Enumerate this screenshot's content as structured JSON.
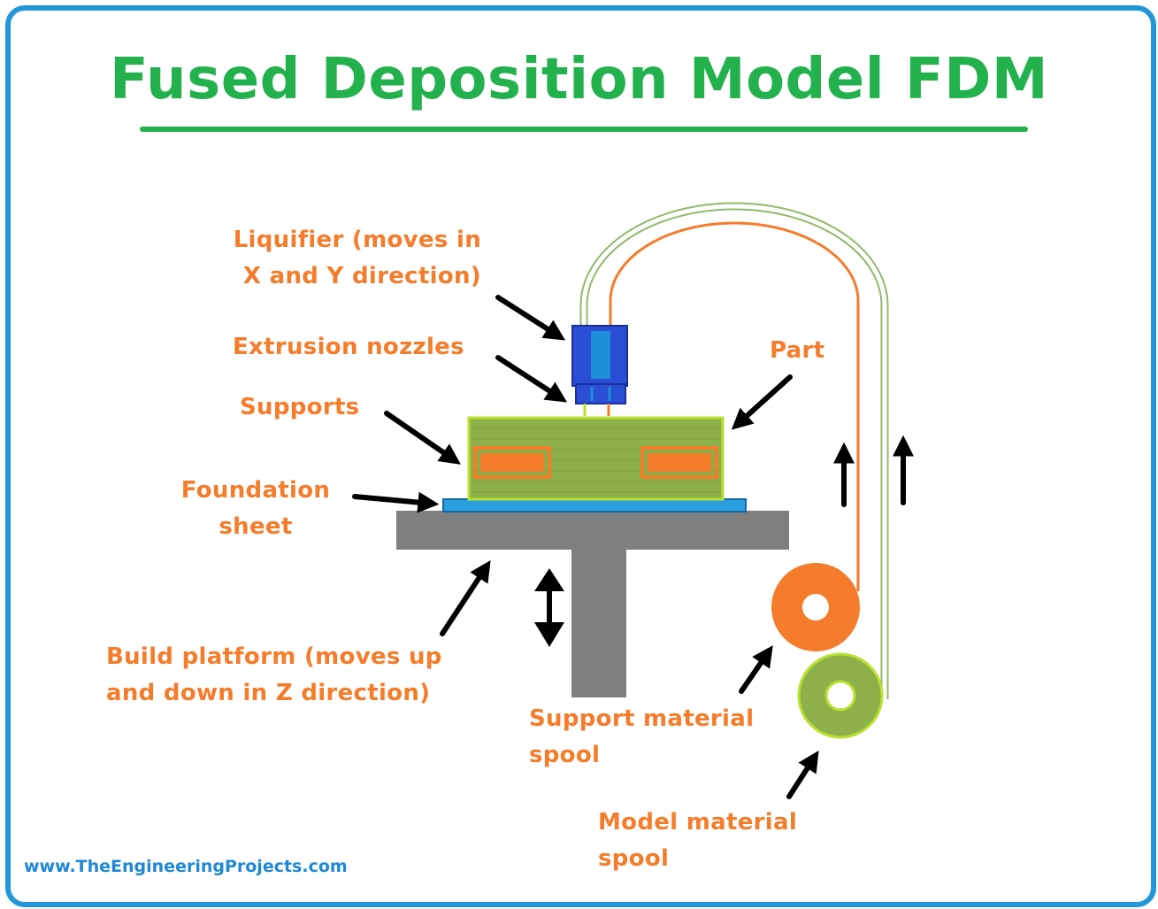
{
  "title": "Fused Deposition Model FDM",
  "labels": {
    "liquifier": [
      "Liquifier (moves in",
      "X and Y direction)"
    ],
    "extrusion_nozzles": "Extrusion nozzles",
    "supports": "Supports",
    "foundation_sheet": [
      "Foundation",
      "sheet"
    ],
    "part": "Part",
    "build_platform": [
      "Build platform (moves up",
      "and down in Z direction)"
    ],
    "support_material_spool": [
      "Support material",
      "spool"
    ],
    "model_material_spool": [
      "Model material",
      "spool"
    ]
  },
  "footer": "www.TheEngineeringProjects.com",
  "colors": {
    "title": "#22b14c",
    "labels": "#f47c2a",
    "frame": "#2196d9",
    "liquifier": "#2a4fd6",
    "part_fill": "#8db04a",
    "part_border": "#b8e02e",
    "support_blocks": "#f47c2a",
    "foundation_sheet": "#2aa0e0",
    "platform": "#7f7f7f",
    "support_spool": "#f47c2a",
    "model_spool": "#8db04a",
    "arrows": "#000000"
  }
}
